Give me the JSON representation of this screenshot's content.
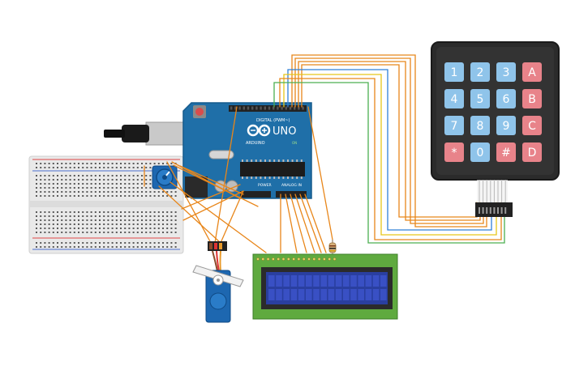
{
  "arduino": {
    "board_name": "UNO",
    "brand": "ARDUINO",
    "digital_label": "DIGITAL (PWM~)",
    "analog_label": "ANALOG IN",
    "power_label": "POWER",
    "on_label": "ON"
  },
  "keypad": {
    "keys": [
      [
        "1",
        "2",
        "3",
        "A"
      ],
      [
        "4",
        "5",
        "6",
        "B"
      ],
      [
        "7",
        "8",
        "9",
        "C"
      ],
      [
        "*",
        "0",
        "#",
        "D"
      ]
    ]
  },
  "colors": {
    "wire": "#e8861a",
    "wire_blue": "#2f7fd8",
    "wire_green": "#4caf50",
    "wire_yellow": "#e6c619",
    "board": "#1f6fa8",
    "key_blue": "#8fc4ea",
    "key_red": "#e8838a",
    "lcd_screen": "#2a3fa0",
    "lcd_pcb": "#5faa3f",
    "servo": "#1d67b0",
    "pot": "#1d67b0"
  }
}
